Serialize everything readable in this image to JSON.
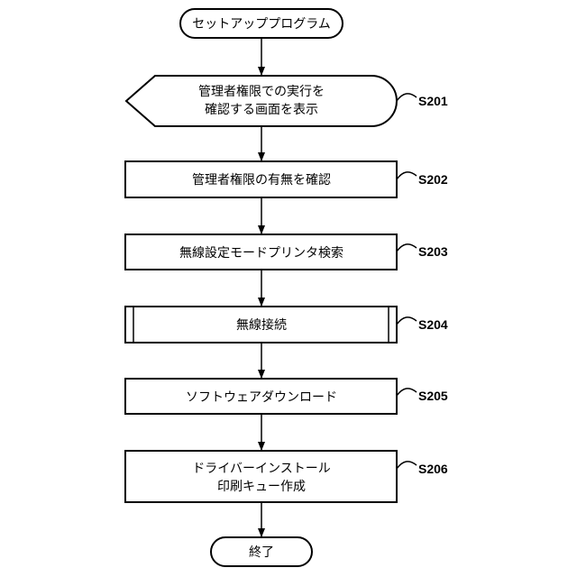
{
  "start": "セットアッププログラム",
  "steps": [
    {
      "label": "S201",
      "lines": [
        "管理者権限での実行を",
        "確認する画面を表示"
      ]
    },
    {
      "label": "S202",
      "lines": [
        "管理者権限の有無を確認"
      ]
    },
    {
      "label": "S203",
      "lines": [
        "無線設定モードプリンタ検索"
      ]
    },
    {
      "label": "S204",
      "lines": [
        "無線接続"
      ]
    },
    {
      "label": "S205",
      "lines": [
        "ソフトウェアダウンロード"
      ]
    },
    {
      "label": "S206",
      "lines": [
        "ドライバーインストール",
        "印刷キュー作成"
      ]
    }
  ],
  "end": "終了"
}
